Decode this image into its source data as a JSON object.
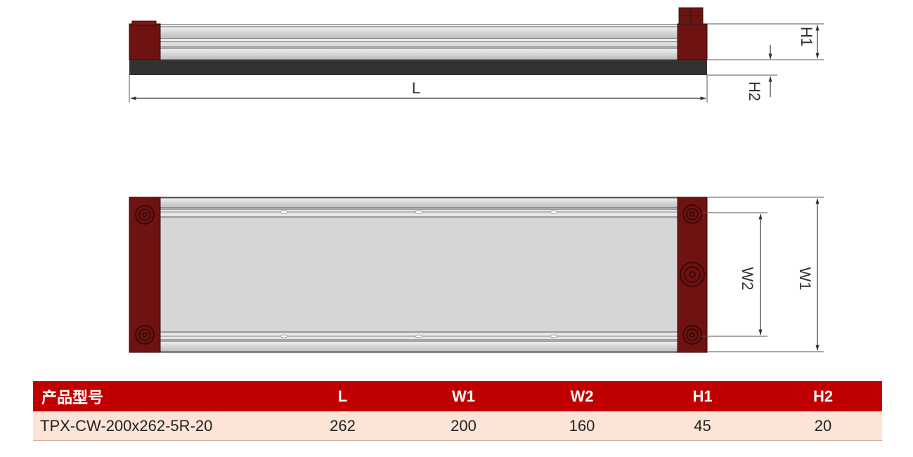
{
  "colors": {
    "header_bg": "#c00000",
    "row_bg": "#fce4d6",
    "endcap": "#6e1212",
    "rail": "#dcdcdc",
    "base": "#333333"
  },
  "dimensions": {
    "L": "L",
    "H1": "H1",
    "H2": "H2",
    "W1": "W1",
    "W2": "W2"
  },
  "table": {
    "headers": [
      "产品型号",
      "L",
      "W1",
      "W2",
      "H1",
      "H2"
    ],
    "rows": [
      [
        "TPX-CW-200x262-5R-20",
        "262",
        "200",
        "160",
        "45",
        "20"
      ]
    ]
  }
}
